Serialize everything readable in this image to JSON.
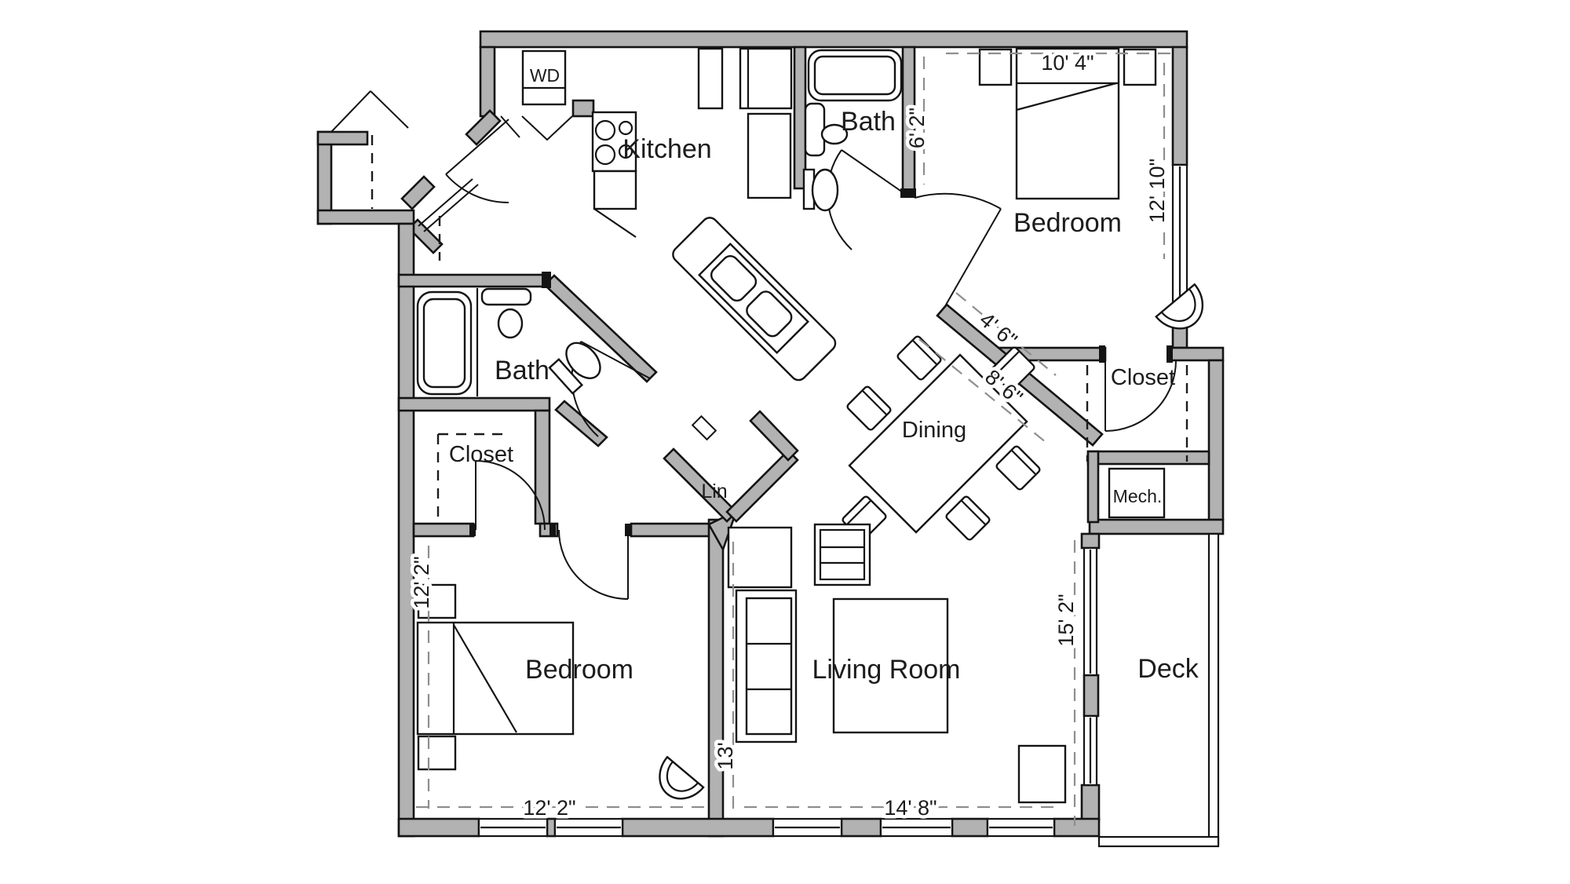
{
  "rooms": {
    "kitchen": "Kitchen",
    "bath_top": "Bath",
    "bedroom_top": "Bedroom",
    "closet_right": "Closet",
    "mech": "Mech.",
    "dining": "Dining",
    "bath_left": "Bath",
    "closet_left": "Closet",
    "lin": "Lin",
    "bedroom_bottom": "Bedroom",
    "living_room": "Living Room",
    "deck": "Deck",
    "wd": "WD"
  },
  "dimensions": {
    "bedroom_top_width": "10' 4\"",
    "bedroom_top_depth": "12' 10\"",
    "bath_top_width": "6' 2\"",
    "hall_upper": "4' 6\"",
    "hall_lower": "8' 6\"",
    "bedroom_bottom_depth": "12' 2\"",
    "bedroom_bottom_width": "12' 2\"",
    "living_depth": "13'",
    "living_width": "14' 8\"",
    "deck_depth": "15' 2\""
  }
}
